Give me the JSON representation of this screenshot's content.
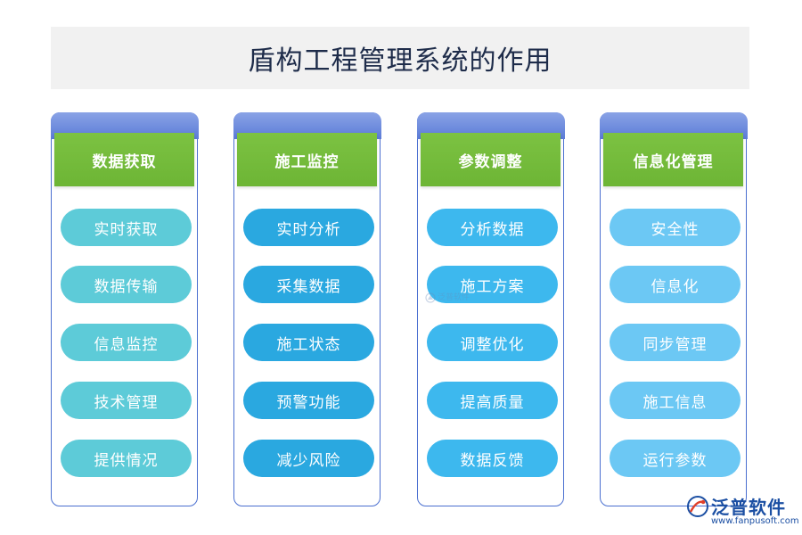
{
  "title": "盾构工程管理系统的作用",
  "columns": [
    {
      "header": "数据获取",
      "item_color": "#5dcbd8",
      "items": [
        "实时获取",
        "数据传输",
        "信息监控",
        "技术管理",
        "提供情况"
      ]
    },
    {
      "header": "施工监控",
      "item_color": "#2aa8e0",
      "items": [
        "实时分析",
        "采集数据",
        "施工状态",
        "预警功能",
        "减少风险"
      ]
    },
    {
      "header": "参数调整",
      "item_color": "#3db8ee",
      "items": [
        "分析数据",
        "施工方案",
        "调整优化",
        "提高质量",
        "数据反馈"
      ]
    },
    {
      "header": "信息化管理",
      "item_color": "#6cc8f4",
      "items": [
        "安全性",
        "信息化",
        "同步管理",
        "施工信息",
        "运行参数"
      ]
    }
  ],
  "watermark": {
    "brand": "泛普软件",
    "url": "www.fanpusoft.com",
    "center_text": "泛普软件"
  }
}
